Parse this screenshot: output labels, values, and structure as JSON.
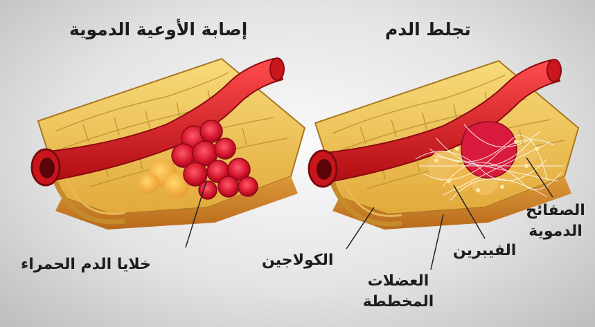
{
  "panels": {
    "left": {
      "title": "إصابة الأوعية الدموية",
      "labels": {
        "red_cells": "خلايا الدم الحمراء"
      }
    },
    "right": {
      "title": "تجلط الدم",
      "labels": {
        "collagen": "الكولاجين",
        "fibrin": "الفيبرين",
        "platelets_line1": "الصفائح",
        "platelets_line2": "الدموية",
        "muscles_line1": "العضلات",
        "muscles_line2": "المخططة"
      }
    }
  },
  "colors": {
    "background": "#d9d9d9",
    "tissue": "#f2c94c",
    "vessel": "#e3141b",
    "fibrin_mesh": "#ffffff"
  }
}
